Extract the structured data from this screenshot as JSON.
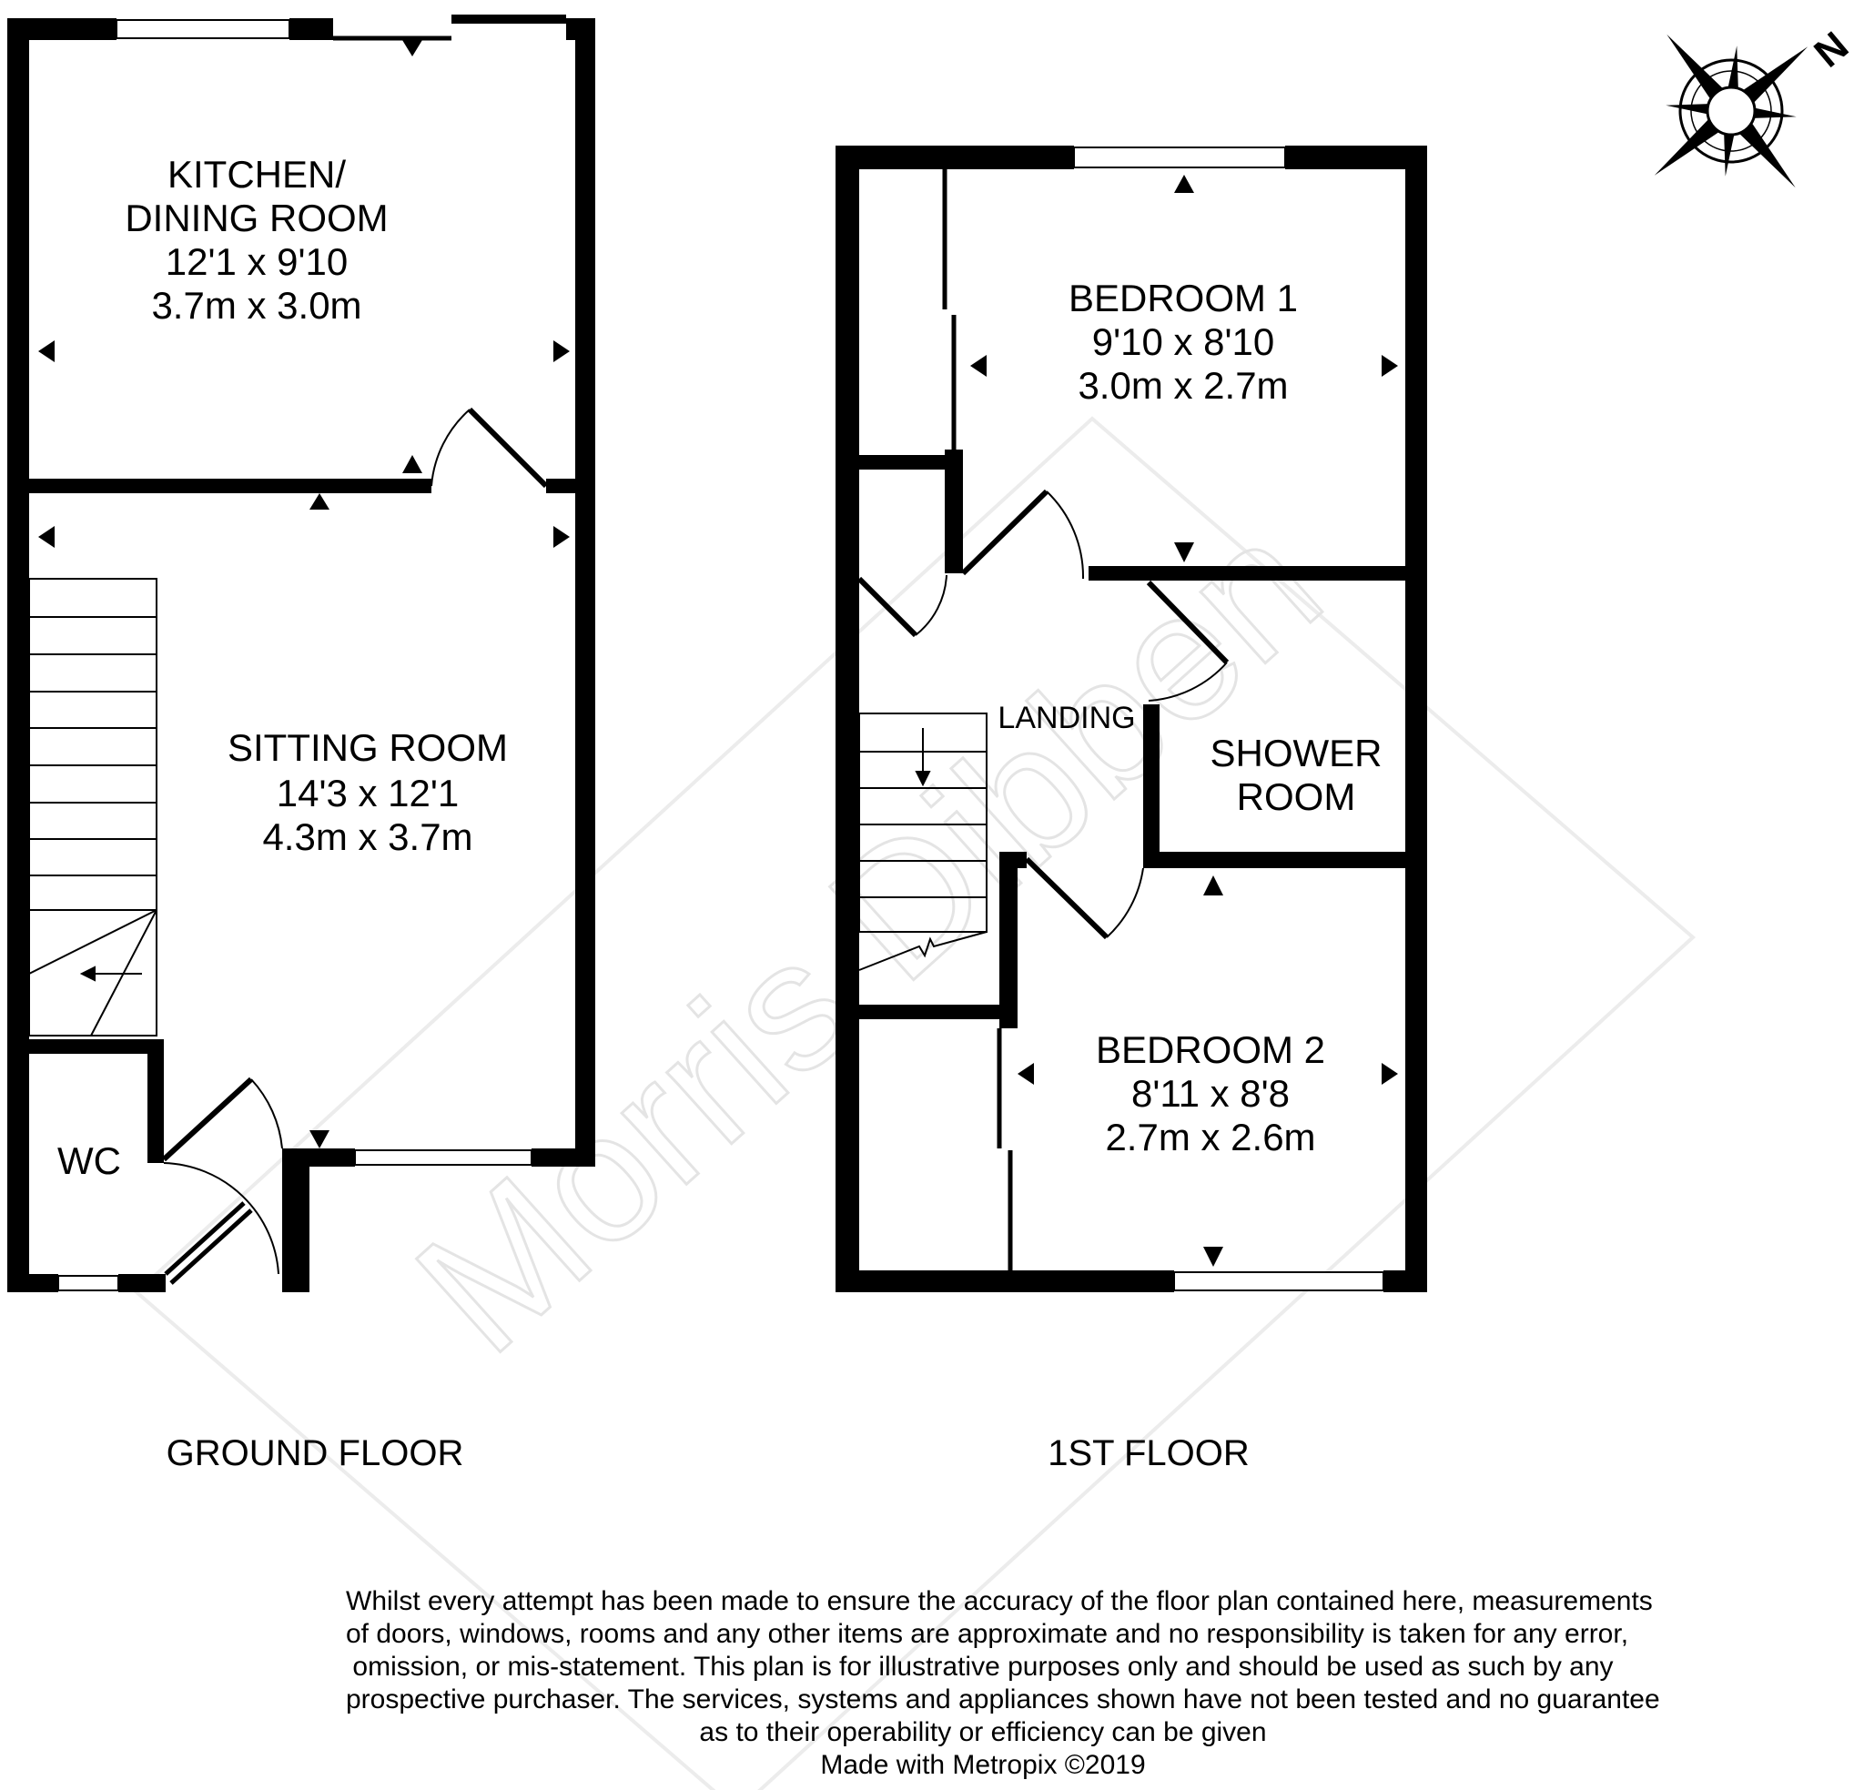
{
  "floors": {
    "ground": {
      "label": "GROUND FLOOR",
      "rooms": {
        "kitchen": {
          "name_line1": "KITCHEN/",
          "name_line2": "DINING ROOM",
          "imperial": "12'1 x 9'10",
          "metric": "3.7m x 3.0m"
        },
        "sitting": {
          "name": "SITTING ROOM",
          "imperial": "14'3 x 12'1",
          "metric": "4.3m x 3.7m"
        },
        "wc": {
          "name": "WC"
        }
      }
    },
    "first": {
      "label": "1ST FLOOR",
      "rooms": {
        "bedroom1": {
          "name": "BEDROOM 1",
          "imperial": "9'10 x 8'10",
          "metric": "3.0m x 2.7m"
        },
        "bedroom2": {
          "name": "BEDROOM 2",
          "imperial": "8'11 x 8'8",
          "metric": "2.7m x 2.6m"
        },
        "shower": {
          "name_line1": "SHOWER",
          "name_line2": "ROOM"
        },
        "landing": {
          "name": "LANDING"
        }
      }
    }
  },
  "compass": {
    "icon": "compass-rose-icon",
    "north_label": "N"
  },
  "watermark": "Morris Dibben",
  "disclaimer": {
    "lines": [
      "Whilst every attempt has been made to ensure the accuracy of the floor plan contained here, measurements",
      "of doors, windows, rooms and any other items are approximate and no responsibility is taken for any error,",
      "omission, or mis-statement. This plan is for illustrative purposes only and should be used as such by any",
      "prospective purchaser. The services, systems and appliances shown have not been tested and no guarantee",
      "as to their operability or efficiency can be given"
    ],
    "credit": "Made with Metropix ©2019"
  }
}
